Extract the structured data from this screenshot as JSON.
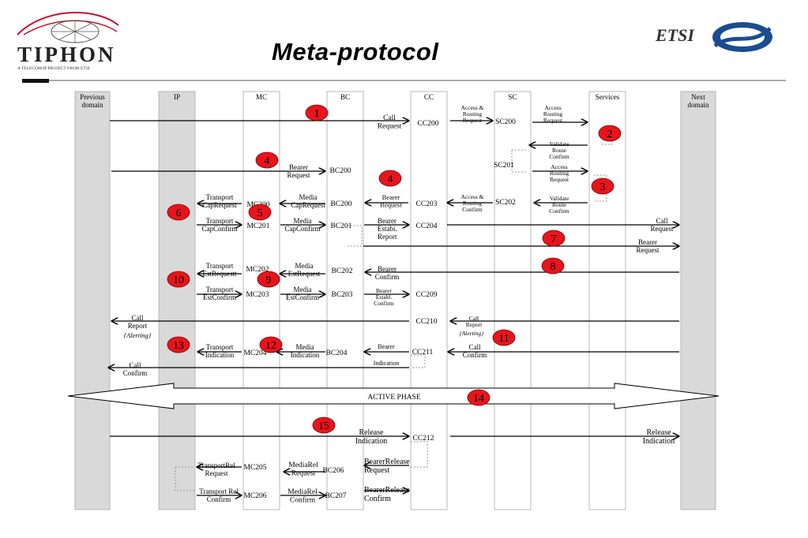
{
  "header": {
    "title": "Meta-protocol",
    "left_logo_text": "TIPHON",
    "left_logo_tagline": "A TELECOM/IP PROJECT FROM ETSI",
    "right_logo_text": "ETSI"
  },
  "lanes": [
    {
      "id": "prev",
      "label": "Previous domain"
    },
    {
      "id": "ip",
      "label": "IP"
    },
    {
      "id": "mc",
      "label": "MC"
    },
    {
      "id": "bc",
      "label": "BC"
    },
    {
      "id": "cc",
      "label": "CC"
    },
    {
      "id": "sc",
      "label": "SC"
    },
    {
      "id": "services",
      "label": "Services"
    },
    {
      "id": "next",
      "label": "Next domain"
    }
  ],
  "states": [
    "CC200",
    "SC200",
    "SC201",
    "BC200",
    "BC200",
    "CC203",
    "SC202",
    "MC200",
    "MC201",
    "BC201",
    "CC204",
    "MC202",
    "BC202",
    "MC203",
    "BC203",
    "CC209",
    "CC210",
    "MC204",
    "BC204",
    "CC211",
    "CC212",
    "MC205",
    "BC206",
    "MC206",
    "BC207"
  ],
  "messages": [
    "Call Request",
    "Access & Routing Request",
    "Access Routing Request",
    "Validate Route Confirm",
    "Access Routing Request",
    "Validate Route Confirm",
    "Bearer Request",
    "Bearer Request",
    "Access & Routing Confirm",
    "Media CapRequest",
    "Transport CapRequest",
    "Transport CapConfirm",
    "Media CapConfirm",
    "Bearer Establ. Report",
    "Call Request",
    "Bearer Request",
    "Bearer Confirm",
    "Media EstRequest",
    "Transport EstRequestt",
    "Transport EstConfirm",
    "Media EstConfirm",
    "Bearer Establ. Confirm",
    "Call Report {Alerting}",
    "Call Report {Alerting}",
    "Call Confirm",
    "Bearer Indication",
    "Media Indication",
    "Transport Indication",
    "Call Confirm",
    "Release Indication",
    "Release Indication",
    "BearerRelease Request",
    "MediaRel Request",
    "TransportRel Request",
    "Transport Rel Confirm",
    "MediaRel Confirm",
    "BearerRelease Confirm"
  ],
  "active_phase_label": "ACTIVE PHASE",
  "step_numbers": [
    "1",
    "2",
    "3",
    "4",
    "4",
    "5",
    "6",
    "7",
    "8",
    "9",
    "10",
    "11",
    "12",
    "13",
    "14",
    "15"
  ],
  "colors": {
    "step_marker": "#e8141b",
    "lane_shade": "#d9d9d9",
    "arrow": "#000000"
  }
}
